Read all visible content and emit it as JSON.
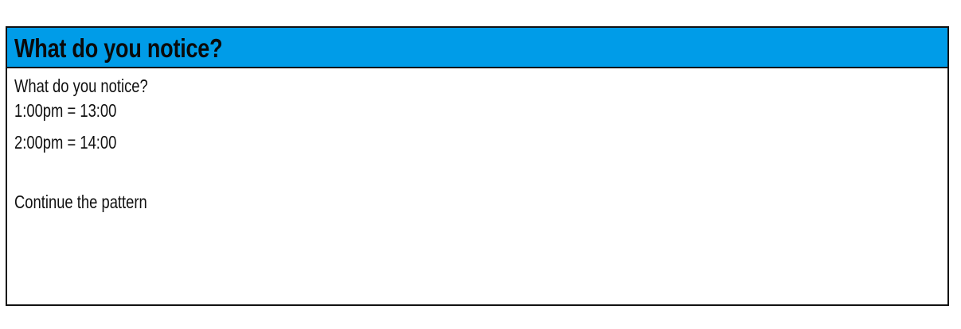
{
  "header": {
    "title": "What do you notice?",
    "color": "#009CE8"
  },
  "body": {
    "lines": [
      "What do you notice?",
      "1:00pm = 13:00",
      "2:00pm = 14:00"
    ],
    "prompt": "Continue the pattern"
  }
}
